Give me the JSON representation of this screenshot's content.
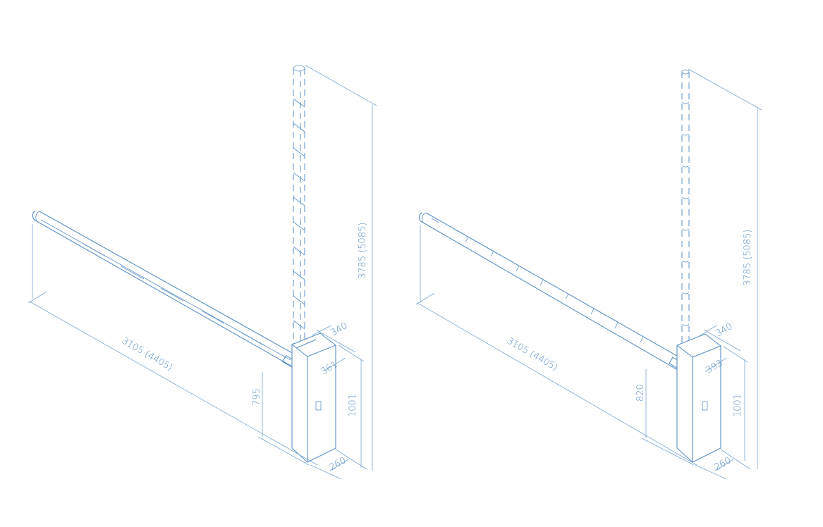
{
  "colors": {
    "line": "#5b8fc4",
    "dim": "#7aa6d2",
    "text": "#5b8fc4"
  },
  "left_barrier": {
    "boom_length": "3105 (4405)",
    "open_height": "3785 (5085)",
    "axis_height": "795",
    "housing_height": "1001",
    "housing_width": "340",
    "housing_depth": "260",
    "boom_offset": "361"
  },
  "right_barrier": {
    "boom_length": "3105 (4405)",
    "open_height": "3785 (5085)",
    "axis_height": "820",
    "housing_height": "1001",
    "housing_width": "340",
    "housing_depth": "260",
    "boom_offset": "393"
  }
}
